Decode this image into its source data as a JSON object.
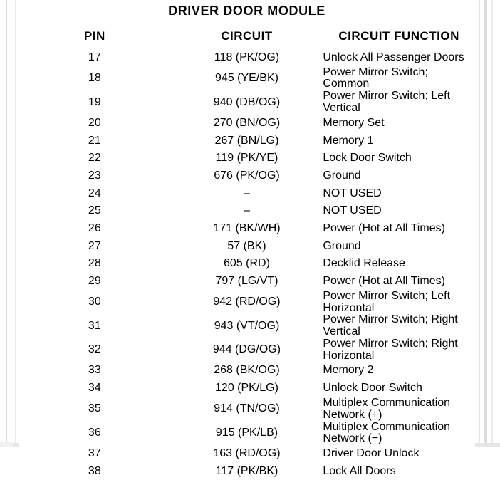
{
  "document": {
    "title": "DRIVER DOOR MODULE"
  },
  "table": {
    "columns": [
      "PIN",
      "CIRCUIT",
      "CIRCUIT FUNCTION"
    ],
    "rows": [
      {
        "pin": "17",
        "circuit": "118 (PK/OG)",
        "function": "Unlock All Passenger Doors"
      },
      {
        "pin": "18",
        "circuit": "945 (YE/BK)",
        "function": "Power Mirror Switch; Common"
      },
      {
        "pin": "19",
        "circuit": "940 (DB/OG)",
        "function": "Power Mirror Switch; Left Vertical"
      },
      {
        "pin": "20",
        "circuit": "270 (BN/OG)",
        "function": "Memory Set"
      },
      {
        "pin": "21",
        "circuit": "267 (BN/LG)",
        "function": "Memory 1"
      },
      {
        "pin": "22",
        "circuit": "119 (PK/YE)",
        "function": "Lock Door Switch"
      },
      {
        "pin": "23",
        "circuit": "676 (PK/OG)",
        "function": "Ground"
      },
      {
        "pin": "24",
        "circuit": "–",
        "function": "NOT USED"
      },
      {
        "pin": "25",
        "circuit": "–",
        "function": "NOT USED"
      },
      {
        "pin": "26",
        "circuit": "171 (BK/WH)",
        "function": "Power (Hot at All Times)"
      },
      {
        "pin": "27",
        "circuit": "57 (BK)",
        "function": "Ground"
      },
      {
        "pin": "28",
        "circuit": "605 (RD)",
        "function": "Decklid Release"
      },
      {
        "pin": "29",
        "circuit": "797 (LG/VT)",
        "function": "Power (Hot at All Times)"
      },
      {
        "pin": "30",
        "circuit": "942 (RD/OG)",
        "function": "Power Mirror Switch; Left Horizontal"
      },
      {
        "pin": "31",
        "circuit": "943 (VT/OG)",
        "function": "Power Mirror Switch; Right Vertical"
      },
      {
        "pin": "32",
        "circuit": "944 (DG/OG)",
        "function": "Power Mirror Switch; Right Horizontal"
      },
      {
        "pin": "33",
        "circuit": "268 (BK/OG)",
        "function": "Memory 2"
      },
      {
        "pin": "34",
        "circuit": "120 (PK/LG)",
        "function": "Unlock Door Switch"
      },
      {
        "pin": "35",
        "circuit": "914 (TN/OG)",
        "function": "Multiplex Communication Network (+)"
      },
      {
        "pin": "36",
        "circuit": "915 (PK/LB)",
        "function": "Multiplex Communication Network (−)"
      },
      {
        "pin": "37",
        "circuit": "163 (RD/OG)",
        "function": "Driver Door Unlock"
      },
      {
        "pin": "38",
        "circuit": "117 (PK/BK)",
        "function": "Lock All Doors"
      }
    ]
  },
  "colors": {
    "ink": "#000000",
    "paper": "#ffffff",
    "scan_edge_gray": "#dcdcdc"
  }
}
